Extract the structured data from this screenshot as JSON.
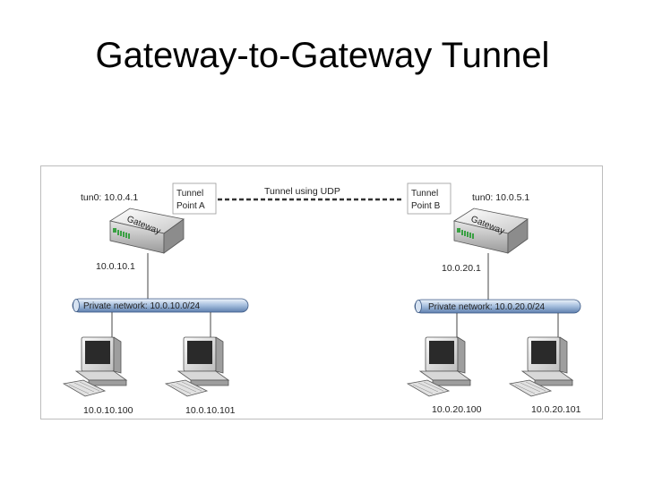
{
  "title": "Gateway-to-Gateway Tunnel",
  "diagram": {
    "tunnel_label": "Tunnel using UDP",
    "gateway_label": "Gateway",
    "site_a": {
      "tun_ip": "tun0: 10.0.4.1",
      "tunnel_point": [
        "Tunnel",
        "Point A"
      ],
      "gateway_lan_ip": "10.0.10.1",
      "network_label": "Private network: 10.0.10.0/24",
      "hosts": [
        "10.0.10.100",
        "10.0.10.101"
      ]
    },
    "site_b": {
      "tun_ip": "tun0: 10.0.5.1",
      "tunnel_point": [
        "Tunnel",
        "Point B"
      ],
      "gateway_lan_ip": "10.0.20.1",
      "network_label": "Private network: 10.0.20.0/24",
      "hosts": [
        "10.0.20.100",
        "10.0.20.101"
      ]
    }
  }
}
